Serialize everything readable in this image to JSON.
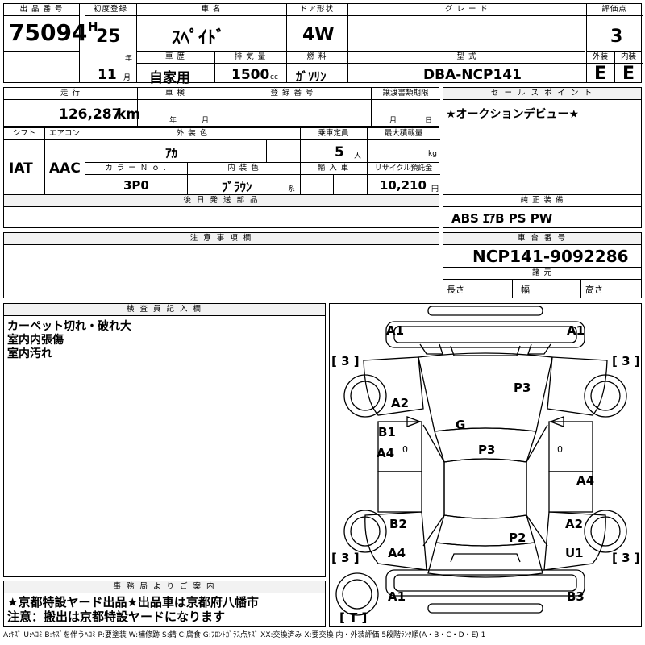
{
  "header": {
    "lot_no_label": "出 品 番 号",
    "lot_no": "75094",
    "first_reg_label": "初度登録",
    "era": "H",
    "year": "25",
    "year_unit": "年",
    "month": "11",
    "month_unit": "月",
    "car_name_label": "車 名",
    "car_name": "ｽﾍﾟｲﾄﾞ",
    "door_label": "ドア形状",
    "door": "4W",
    "grade_label": "グ レ ー ド",
    "grade": "",
    "score_label": "評価点",
    "score": "3",
    "history_label": "車 歴",
    "history": "自家用",
    "displacement_label": "排 気 量",
    "displacement": "1500",
    "displacement_unit": "cc",
    "fuel_label": "燃 料",
    "fuel": "ｶﾞｿﾘﾝ",
    "model_label": "型 式",
    "model": "DBA-NCP141",
    "exterior_label": "外装",
    "exterior": "E",
    "interior_label": "内装",
    "interior": "E"
  },
  "row2": {
    "mileage_label": "走 行",
    "mileage": "126,287",
    "mileage_unit": "km",
    "inspection_label": "車 検",
    "insp_year_unit": "年",
    "insp_month_unit": "月",
    "reg_no_label": "登 録 番 号",
    "transfer_label": "譲渡書類期限",
    "transfer_month_unit": "月",
    "transfer_day_unit": "日",
    "sales_point_label": "セ ー ル ス ポ イ ン ト",
    "sales_point": "★オークションデビュー★"
  },
  "row3": {
    "shift_label": "シフト",
    "shift": "IAT",
    "ac_label": "エアコン",
    "ac": "AAC",
    "ext_color_label": "外 装 色",
    "ext_color": "ｱｶ",
    "capacity_label": "乗車定員",
    "capacity": "5",
    "capacity_unit": "人",
    "max_load_label": "最大積載量",
    "max_load_unit": "kg",
    "color_no_label": "カ ラ ー Ｎ ｏ .",
    "color_no": "3P0",
    "int_color_label": "内 装 色",
    "int_color": "ﾌﾞﾗｳﾝ",
    "int_color_unit": "系",
    "import_label": "輸 入 車",
    "recycle_label": "リサイクル預託金",
    "recycle": "10,210",
    "recycle_unit": "円",
    "later_parts_label": "後 日 発 送 部 品",
    "equipment_label": "純 正 装 備",
    "equipment": "ABS ｴｱB PS PW"
  },
  "notes": {
    "caution_label": "注 意 事 項 欄",
    "chassis_label": "車 台 番 号",
    "chassis": "NCP141-9092286",
    "specs_label": "諸 元",
    "length_label": "長さ",
    "width_label": "幅",
    "height_label": "高さ"
  },
  "inspector": {
    "label": "検 査 員 記 入 欄",
    "lines": [
      "カーペット切れ・破れ大",
      "室内内張傷",
      "室内汚れ"
    ]
  },
  "office": {
    "label": "事 務 局 よ り ご 案 内",
    "lines": [
      "★京都特設ヤード出品★出品車は京都府八幡市",
      "注意：搬出は京都特設ヤードになります"
    ]
  },
  "diagram": {
    "marks": {
      "a1_tl": "A1",
      "a1_tr": "A1",
      "p3_hood": "P3",
      "a2_fl": "A2",
      "g": "G",
      "b1": "B1",
      "a4_l": "A4",
      "zero_l": "0",
      "p3_roof": "P3",
      "zero_r": "0",
      "a4_r": "A4",
      "b2": "B2",
      "a2_rr": "A2",
      "p2": "P2",
      "a4_rl": "A4",
      "u1": "U1",
      "a1_bl": "A1",
      "b3": "B3"
    },
    "brackets": {
      "fl": "[ 3 ]",
      "fr": "[ 3 ]",
      "rl": "[ 3 ]",
      "rr": "[ 3 ]",
      "t": "[ T ]"
    }
  },
  "legend": "A:ｷｽﾞ U:ﾍｺﾐ B:ｷｽﾞを伴うﾍｺﾐ P:要塗装 W:補修跡 S:錆 C:腐食 G:ﾌﾛﾝﾄｶﾞﾗｽ点ｷｽﾞ XX:交換済み X:要交換 内・外装評価 5段階ﾗﾝｸ順(A・B・C・D・E) 1"
}
